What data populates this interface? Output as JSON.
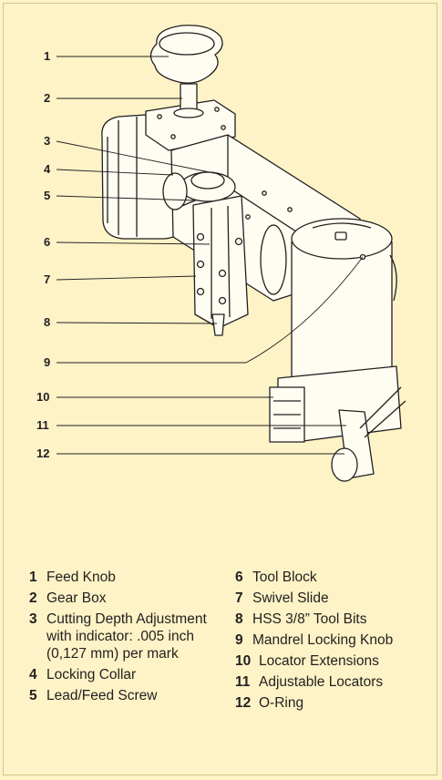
{
  "callouts": [
    {
      "num": "1",
      "label": "Feed Knob"
    },
    {
      "num": "2",
      "label": "Gear Box"
    },
    {
      "num": "3",
      "label": "Cutting Depth Adjustment with indicator: .005 inch (0,127 mm) per mark"
    },
    {
      "num": "4",
      "label": "Locking Collar"
    },
    {
      "num": "5",
      "label": "Lead/Feed Screw"
    },
    {
      "num": "6",
      "label": "Tool Block"
    },
    {
      "num": "7",
      "label": "Swivel Slide"
    },
    {
      "num": "8",
      "label": "HSS 3/8” Tool Bits"
    },
    {
      "num": "9",
      "label": "Mandrel Locking Knob"
    },
    {
      "num": "10",
      "label": "Locator Extensions"
    },
    {
      "num": "11",
      "label": "Adjustable Locators"
    },
    {
      "num": "12",
      "label": "O-Ring"
    }
  ],
  "colors": {
    "background": "#fdf3c6",
    "line": "#231f20"
  }
}
